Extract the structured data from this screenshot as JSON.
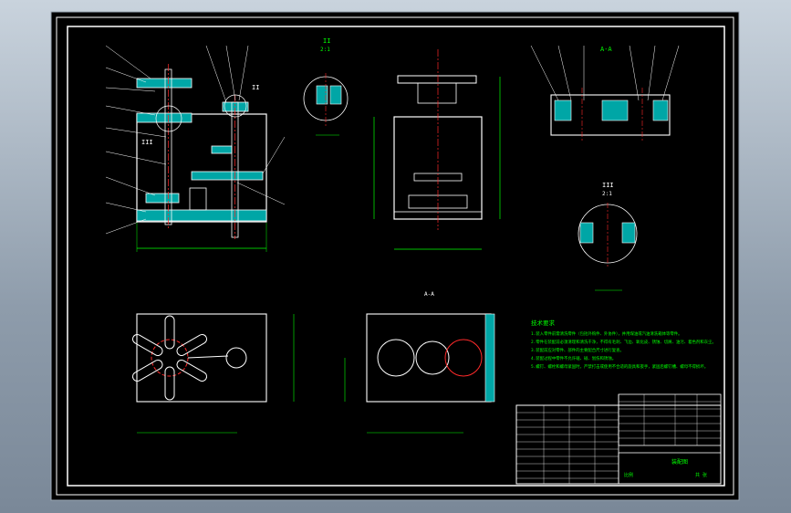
{
  "drawing": {
    "colors": {
      "background": "#000000",
      "frame": "#ffffff",
      "part_fill": "#00a6a6",
      "dimension": "#00ff00",
      "centerline": "#ff2a2a",
      "notes": "#00ff00",
      "table_line": "#ffffff"
    },
    "view_labels": {
      "section_a": "A-A",
      "detail_ii": "II",
      "detail_iii": "III",
      "detail_scale": "2:1",
      "detail_iii_scale": "2:1",
      "middle_mark": "A-A"
    },
    "notes_title": "技术要求",
    "notes": [
      "1.装入零件前需清洗零件（包括外购件、外协件），并用煤油或汽油清洗箱体等零件。",
      "2.零件在装配前必须清理和清洗干净，不得有毛刺、飞边、氧化皮、锈蚀、切屑、油污、着色剂和灰尘。",
      "3.装配前应对零件、部件的主要配合尺寸进行复查。",
      "4.装配过程中零件不允许磕、碰、划伤和锈蚀。",
      "5.螺钉、螺栓和螺母紧固时，严禁打击或使用不合适的旋具和扳手，紧固后螺钉槽、螺母不得损坏。"
    ],
    "title_block": {
      "drawing_name": "装配图",
      "scale_label": "比例",
      "sheet_label": "共 张"
    }
  }
}
